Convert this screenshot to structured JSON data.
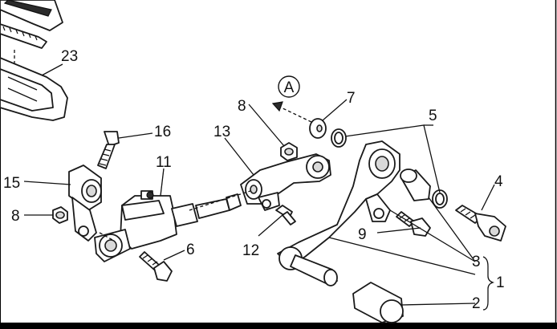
{
  "labels": {
    "l1": "1",
    "l2": "2",
    "l3": "3",
    "l4": "4",
    "l5": "5",
    "l6": "6",
    "l7": "7",
    "l8a": "8",
    "l8b": "8",
    "l9": "9",
    "l11": "11",
    "l12": "12",
    "l13": "13",
    "l15": "15",
    "l16": "16",
    "l23": "23",
    "detailA": "A"
  },
  "colors": {
    "line": "#1a1a1a",
    "background": "#ffffff",
    "bottom_bar": "#000000"
  }
}
